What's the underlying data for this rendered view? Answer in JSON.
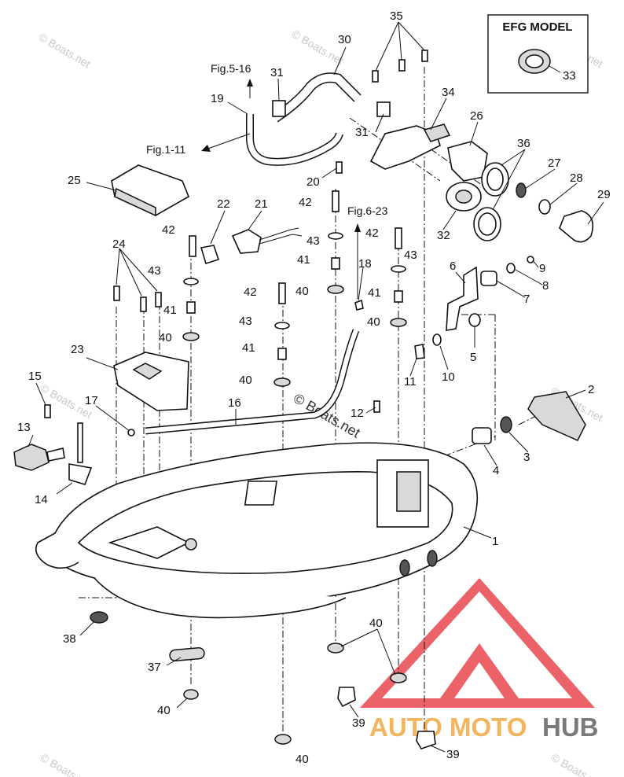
{
  "efg_box": {
    "title": "EFG MODEL",
    "callout": "33"
  },
  "figure_refs": {
    "fig_5_16": "Fig.5-16",
    "fig_1_11": "Fig.1-11",
    "fig_6_23": "Fig.6-23"
  },
  "callouts": {
    "c1": "1",
    "c2": "2",
    "c3": "3",
    "c4": "4",
    "c5": "5",
    "c6": "6",
    "c7": "7",
    "c8": "8",
    "c9": "9",
    "c10": "10",
    "c11": "11",
    "c12": "12",
    "c13": "13",
    "c14": "14",
    "c15": "15",
    "c16": "16",
    "c17": "17",
    "c18": "18",
    "c19": "19",
    "c20": "20",
    "c21": "21",
    "c22": "22",
    "c23": "23",
    "c24": "24",
    "c25": "25",
    "c26": "26",
    "c27": "27",
    "c28": "28",
    "c29": "29",
    "c30": "30",
    "c31a": "31",
    "c31b": "31",
    "c32": "32",
    "c34": "34",
    "c35": "35",
    "c36": "36",
    "c37": "37",
    "c38": "38",
    "c39a": "39",
    "c39b": "39",
    "c40a": "40",
    "c40b": "40",
    "c40c": "40",
    "c40d": "40",
    "c40e": "40",
    "c40f": "40",
    "c40g": "40",
    "c41a": "41",
    "c41b": "41",
    "c41c": "41",
    "c41d": "41",
    "c42a": "42",
    "c42b": "42",
    "c42c": "42",
    "c42d": "42",
    "c43a": "43",
    "c43b": "43",
    "c43c": "43",
    "c43d": "43"
  },
  "watermarks": {
    "boats": "© Boats.net",
    "center": "© Boats.net"
  },
  "logo": {
    "auto": "AUTO",
    "moto": "MOTO",
    "hub": "HUB",
    "red": "#e8464d",
    "orange": "#f2b45c",
    "grey": "#7a7a7a"
  }
}
